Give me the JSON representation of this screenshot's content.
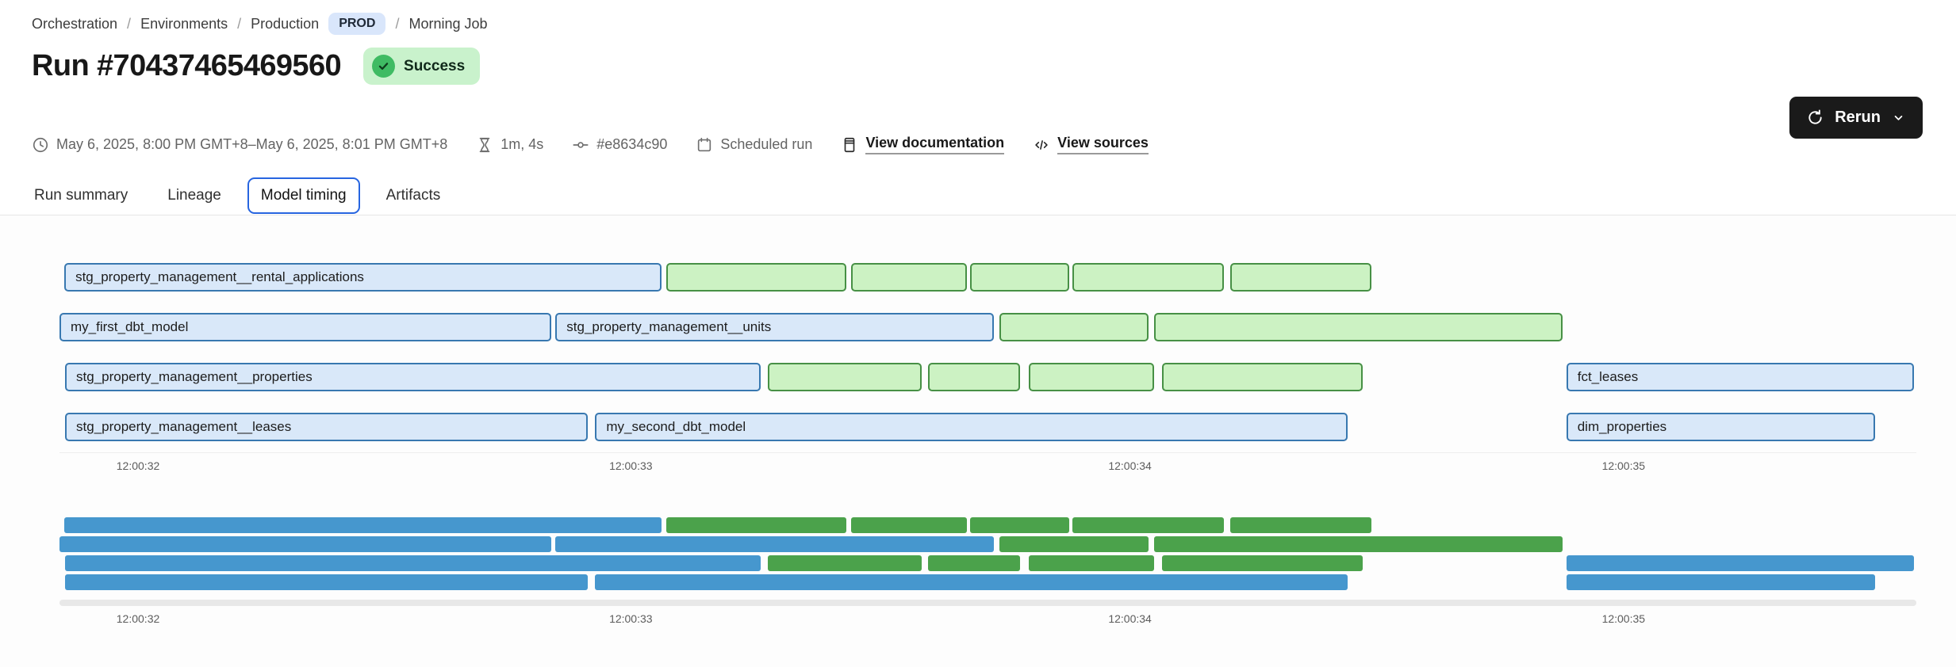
{
  "breadcrumb": {
    "separator": "/",
    "items": [
      {
        "label": "Orchestration"
      },
      {
        "label": "Environments"
      },
      {
        "label": "Production",
        "badge": "PROD"
      },
      {
        "label": "Morning Job"
      }
    ]
  },
  "header": {
    "title": "Run #70437465469560",
    "status": {
      "label": "Success"
    },
    "rerun_label": "Rerun",
    "meta": {
      "time_range": "May 6, 2025, 8:00 PM GMT+8–May 6, 2025, 8:01 PM GMT+8",
      "duration": "1m, 4s",
      "commit": "#e8634c90",
      "trigger": "Scheduled run",
      "doc_link": "View documentation",
      "sources_link": "View sources"
    }
  },
  "tabs": [
    {
      "label": "Run summary",
      "active": false
    },
    {
      "label": "Lineage",
      "active": false
    },
    {
      "label": "Model timing",
      "active": true
    },
    {
      "label": "Artifacts",
      "active": false
    }
  ],
  "colors": {
    "accent_blue": "#2765e0",
    "bar_blue_fill": "#d9e8f9",
    "bar_blue_border": "#3878b0",
    "bar_green_fill": "#ccf2c3",
    "bar_green_border": "#479045",
    "mini_blue": "#4697ce",
    "mini_green": "#4ba24b",
    "success_bg": "#c9f2cc",
    "success_check": "#3fbb63",
    "prod_badge_bg": "#d9e6fb",
    "rerun_bg": "#1a1a1a"
  },
  "chart_data": {
    "type": "gantt",
    "x_ticks": [
      {
        "label": "12:00:32",
        "pos": 4.23
      },
      {
        "label": "12:00:33",
        "pos": 30.77
      },
      {
        "label": "12:00:34",
        "pos": 57.65
      },
      {
        "label": "12:00:35",
        "pos": 84.23
      }
    ],
    "rows": [
      {
        "segments": [
          {
            "label": "stg_property_management__rental_applications",
            "color": "blue",
            "left": 0.26,
            "width": 32.18
          },
          {
            "color": "green",
            "left": 32.69,
            "width": 9.7
          },
          {
            "color": "green",
            "left": 42.65,
            "width": 6.2
          },
          {
            "color": "green",
            "left": 49.06,
            "width": 5.3
          },
          {
            "color": "green",
            "left": 54.57,
            "width": 8.16
          },
          {
            "color": "green",
            "left": 63.03,
            "width": 7.61
          }
        ]
      },
      {
        "segments": [
          {
            "label": "my_first_dbt_model",
            "color": "blue",
            "left": 0.0,
            "width": 26.5
          },
          {
            "label": "stg_property_management__units",
            "color": "blue",
            "left": 26.71,
            "width": 23.63
          },
          {
            "color": "green",
            "left": 50.64,
            "width": 7.99
          },
          {
            "color": "green",
            "left": 58.97,
            "width": 21.97
          }
        ]
      },
      {
        "segments": [
          {
            "label": "stg_property_management__properties",
            "color": "blue",
            "left": 0.3,
            "width": 37.48
          },
          {
            "color": "green",
            "left": 38.16,
            "width": 8.29
          },
          {
            "color": "green",
            "left": 46.79,
            "width": 4.96
          },
          {
            "color": "green",
            "left": 52.18,
            "width": 6.79
          },
          {
            "color": "green",
            "left": 59.36,
            "width": 10.81
          },
          {
            "label": "fct_leases",
            "color": "blue",
            "left": 81.15,
            "width": 18.72
          }
        ]
      },
      {
        "segments": [
          {
            "label": "stg_property_management__leases",
            "color": "blue",
            "left": 0.3,
            "width": 28.16
          },
          {
            "label": "my_second_dbt_model",
            "color": "blue",
            "left": 28.85,
            "width": 40.51
          },
          {
            "label": "dim_properties",
            "color": "blue",
            "left": 81.15,
            "width": 16.62
          }
        ]
      }
    ],
    "minimap_mirrors_rows": true
  }
}
